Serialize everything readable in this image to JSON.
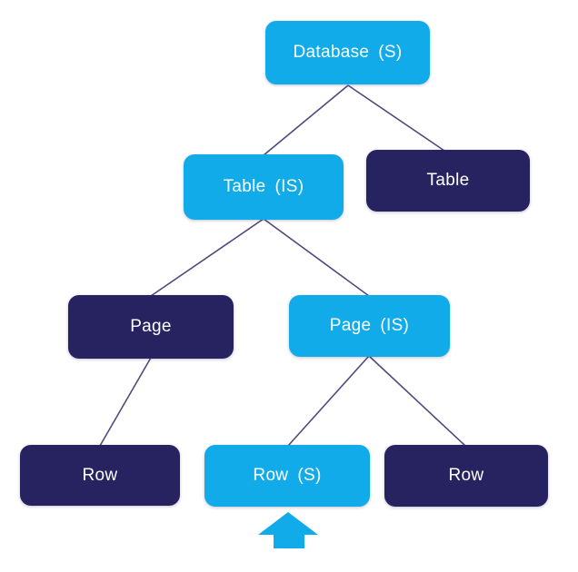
{
  "diagram": {
    "nodes": {
      "database": {
        "label": "Database",
        "lock": "(S)"
      },
      "table_is": {
        "label": "Table",
        "lock": "(IS)"
      },
      "table": {
        "label": "Table"
      },
      "page": {
        "label": "Page"
      },
      "page_is": {
        "label": "Page",
        "lock": "(IS)"
      },
      "row_left": {
        "label": "Row"
      },
      "row_s": {
        "label": "Row",
        "lock": "(S)"
      },
      "row_right": {
        "label": "Row"
      }
    },
    "pointer_icon": "up-arrow",
    "colors": {
      "locked": "#12ABE9",
      "unlocked": "#272361",
      "connector": "#4E4A7E",
      "text": "#FFFFFF",
      "background": "#FFFFFF"
    }
  }
}
